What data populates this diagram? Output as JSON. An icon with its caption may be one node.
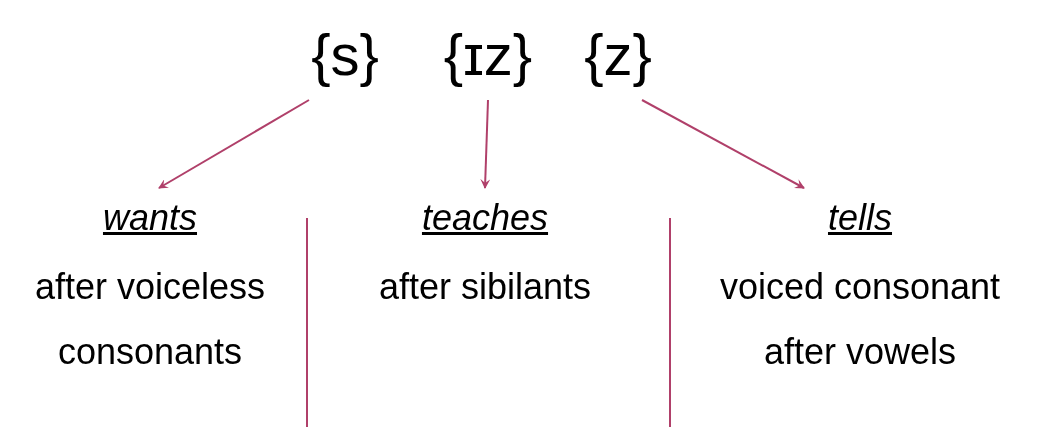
{
  "diagram": {
    "nodes": [
      {
        "text": [
          "{s}"
        ]
      },
      {
        "text": [
          "{ɪz}"
        ]
      },
      {
        "text": [
          "{z}"
        ]
      },
      {
        "text": [
          "wants",
          "after voiceless consonants"
        ]
      },
      {
        "text": [
          "teaches",
          "after sibilants"
        ]
      },
      {
        "text": [
          "tells",
          "voiced consonant after vowels"
        ]
      }
    ],
    "edges": [
      {
        "from": 0,
        "to": 3,
        "arrow": "to"
      },
      {
        "from": 1,
        "to": 4,
        "arrow": "to"
      },
      {
        "from": 2,
        "to": 5,
        "arrow": "to"
      }
    ]
  }
}
